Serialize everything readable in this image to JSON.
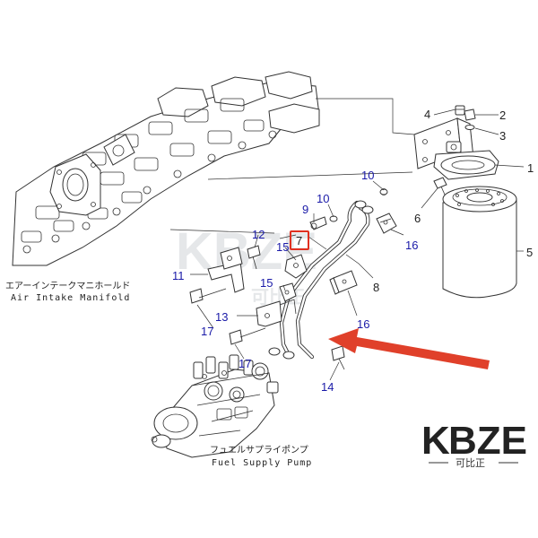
{
  "labels": {
    "air_intake_jp": "エアーインテークマニホールド",
    "air_intake_en": "Air Intake Manifold",
    "fuel_pump_jp": "フュエルサプライポンプ",
    "fuel_pump_en": "Fuel Supply Pump"
  },
  "callouts": {
    "c1": "1",
    "c2": "2",
    "c3": "3",
    "c4": "4",
    "c5": "5",
    "c6": "6",
    "c7": "7",
    "c8": "8",
    "c9": "9",
    "c10a": "10",
    "c10b": "10",
    "c11": "11",
    "c12": "12",
    "c13": "13",
    "c14": "14",
    "c15a": "15",
    "c15b": "15",
    "c16a": "16",
    "c16b": "16",
    "c17a": "17",
    "c17b": "17"
  },
  "highlight": {
    "callout": "7",
    "box_color": "#e03020",
    "arrow_color": "#e0402a"
  },
  "watermark": {
    "text": "KBZE",
    "sub": "可比正"
  },
  "logo": {
    "text_k": "K",
    "text_rest": "BZE",
    "sub": "可比正",
    "accent": "#e8731a",
    "dark": "#222222"
  },
  "colors": {
    "callout_blue": "#1a1aa8",
    "line": "#333333"
  }
}
